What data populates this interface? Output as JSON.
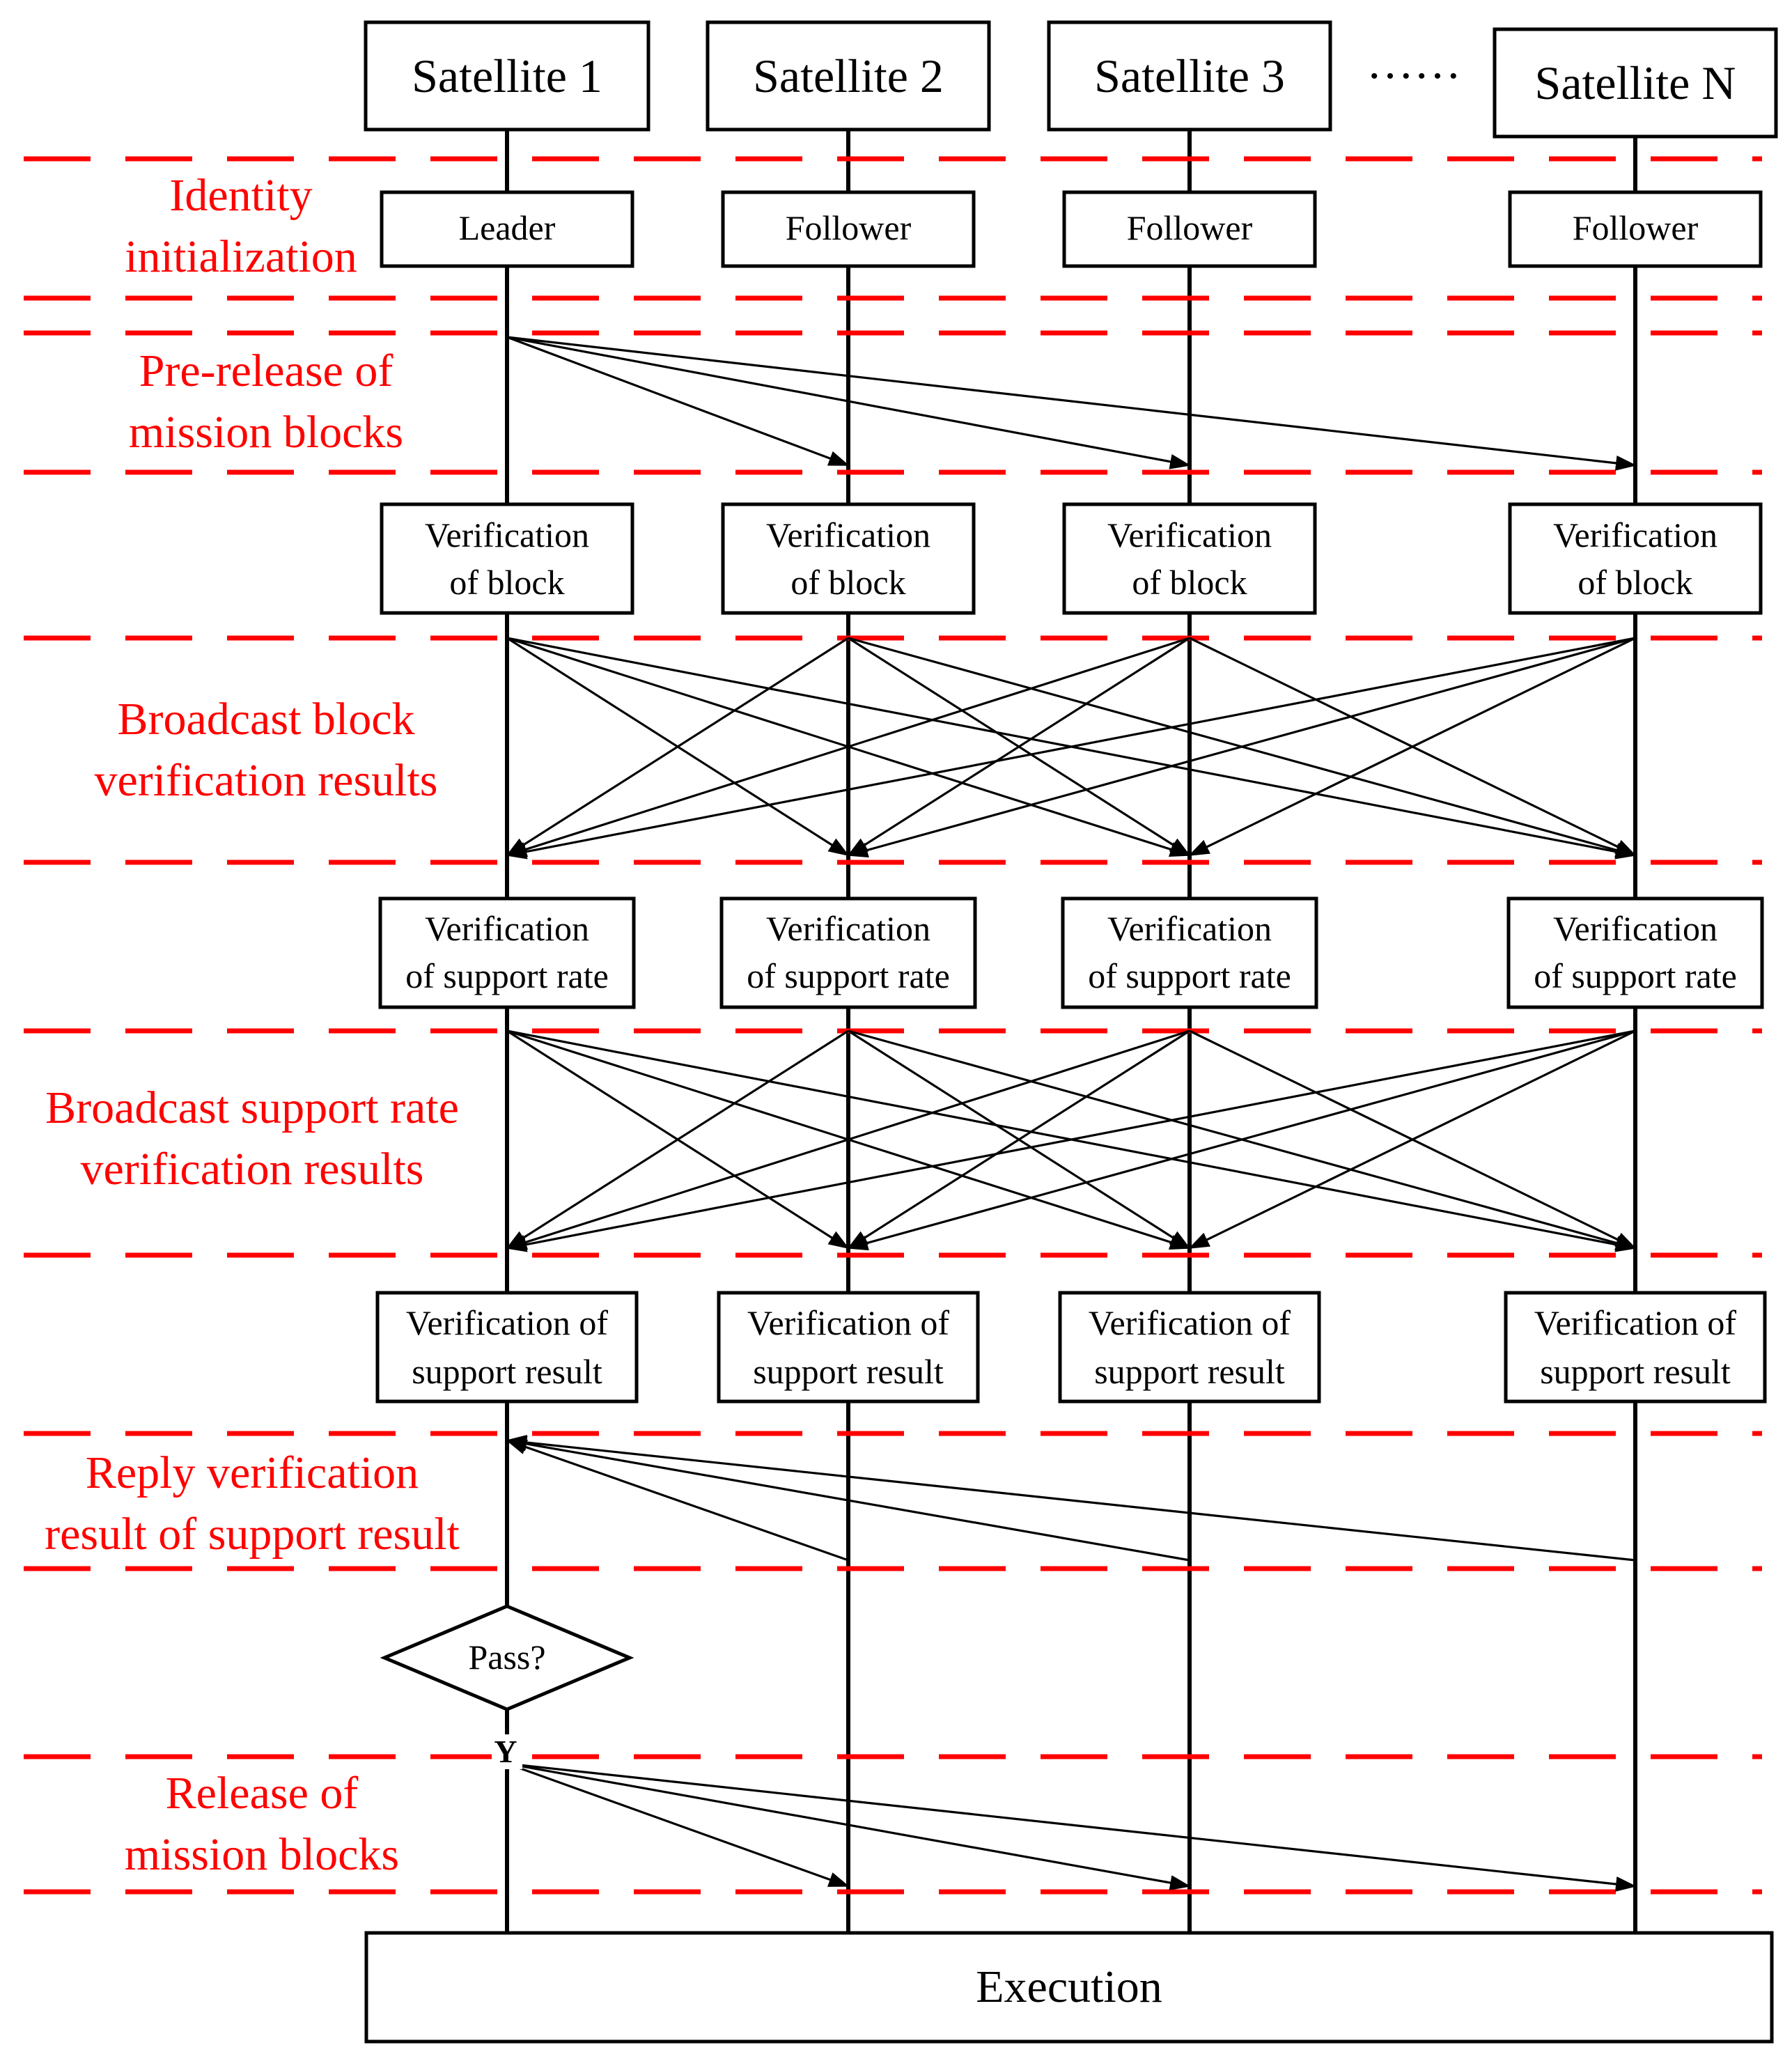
{
  "colors": {
    "phase_divider": "#ff0000",
    "phase_text": "#ff0000",
    "lines": "#000000",
    "background": "#ffffff"
  },
  "satellites": [
    "Satellite 1",
    "Satellite 2",
    "Satellite 3",
    "Satellite N"
  ],
  "ellipsis": "……",
  "roles": [
    "Leader",
    "Follower",
    "Follower",
    "Follower"
  ],
  "verification_block": {
    "line1": "Verification",
    "line2": "of block"
  },
  "verification_support_rate": {
    "line1": "Verification",
    "line2": "of support rate"
  },
  "verification_support_result": {
    "line1": "Verification of",
    "line2": "support result"
  },
  "phases": [
    {
      "line1": "Identity",
      "line2": "initialization"
    },
    {
      "line1": "Pre-release of",
      "line2": "mission blocks"
    },
    {
      "line1": "Broadcast block",
      "line2": "verification results"
    },
    {
      "line1": "Broadcast support rate",
      "line2": "verification results"
    },
    {
      "line1": "Reply verification",
      "line2": "result of support result"
    },
    {
      "line1": "Release of",
      "line2": "mission blocks"
    }
  ],
  "decision": {
    "label": "Pass?",
    "yes_label": "Y"
  },
  "execution": "Execution"
}
